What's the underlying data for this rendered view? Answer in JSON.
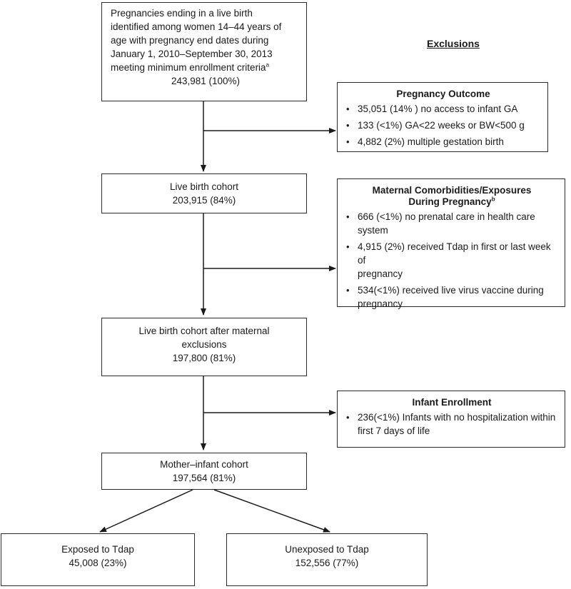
{
  "exclusions_heading": "Exclusions",
  "main_flow": {
    "initial": {
      "lines": [
        "Pregnancies ending in a live birth",
        "identified among women 14–44 years of",
        "age with pregnancy end dates during",
        "January 1, 2010–September 30, 2013",
        "meeting minimum enrollment criteria"
      ],
      "footnote": "a",
      "count": "243,981 (100%)"
    },
    "live_birth_cohort": {
      "label": "Live birth cohort",
      "count": "203,915 (84%)"
    },
    "after_maternal": {
      "lines": [
        "Live birth cohort after maternal",
        "exclusions"
      ],
      "count": "197,800 (81%)"
    },
    "mother_infant": {
      "label": "Mother–infant cohort",
      "count": "197,564 (81%)"
    },
    "exposed": {
      "label": "Exposed to Tdap",
      "count": "45,008 (23%)"
    },
    "unexposed": {
      "label": "Unexposed to Tdap",
      "count": "152,556 (77%)"
    }
  },
  "exclusion_boxes": {
    "pregnancy_outcome": {
      "title": "Pregnancy Outcome",
      "items": [
        "35,051 (14% ) no access to infant GA",
        "133 (<1%) GA<22 weeks or  BW<500 g",
        "4,882 (2%) multiple gestation birth"
      ]
    },
    "maternal": {
      "title_line1": "Maternal Comorbidities/Exposures",
      "title_line2": "During Pregnancy",
      "footnote": "b",
      "items": [
        [
          "666 (<1%) no prenatal care in health care",
          "system"
        ],
        [
          "4,915 (2%) received Tdap in first or last week of",
          "pregnancy"
        ],
        [
          "534(<1%) received live virus vaccine during",
          "pregnancy"
        ]
      ]
    },
    "infant_enrollment": {
      "title": "Infant Enrollment",
      "items": [
        [
          "236(<1%) Infants with no hospitalization within",
          "first 7 days of life"
        ]
      ]
    }
  }
}
